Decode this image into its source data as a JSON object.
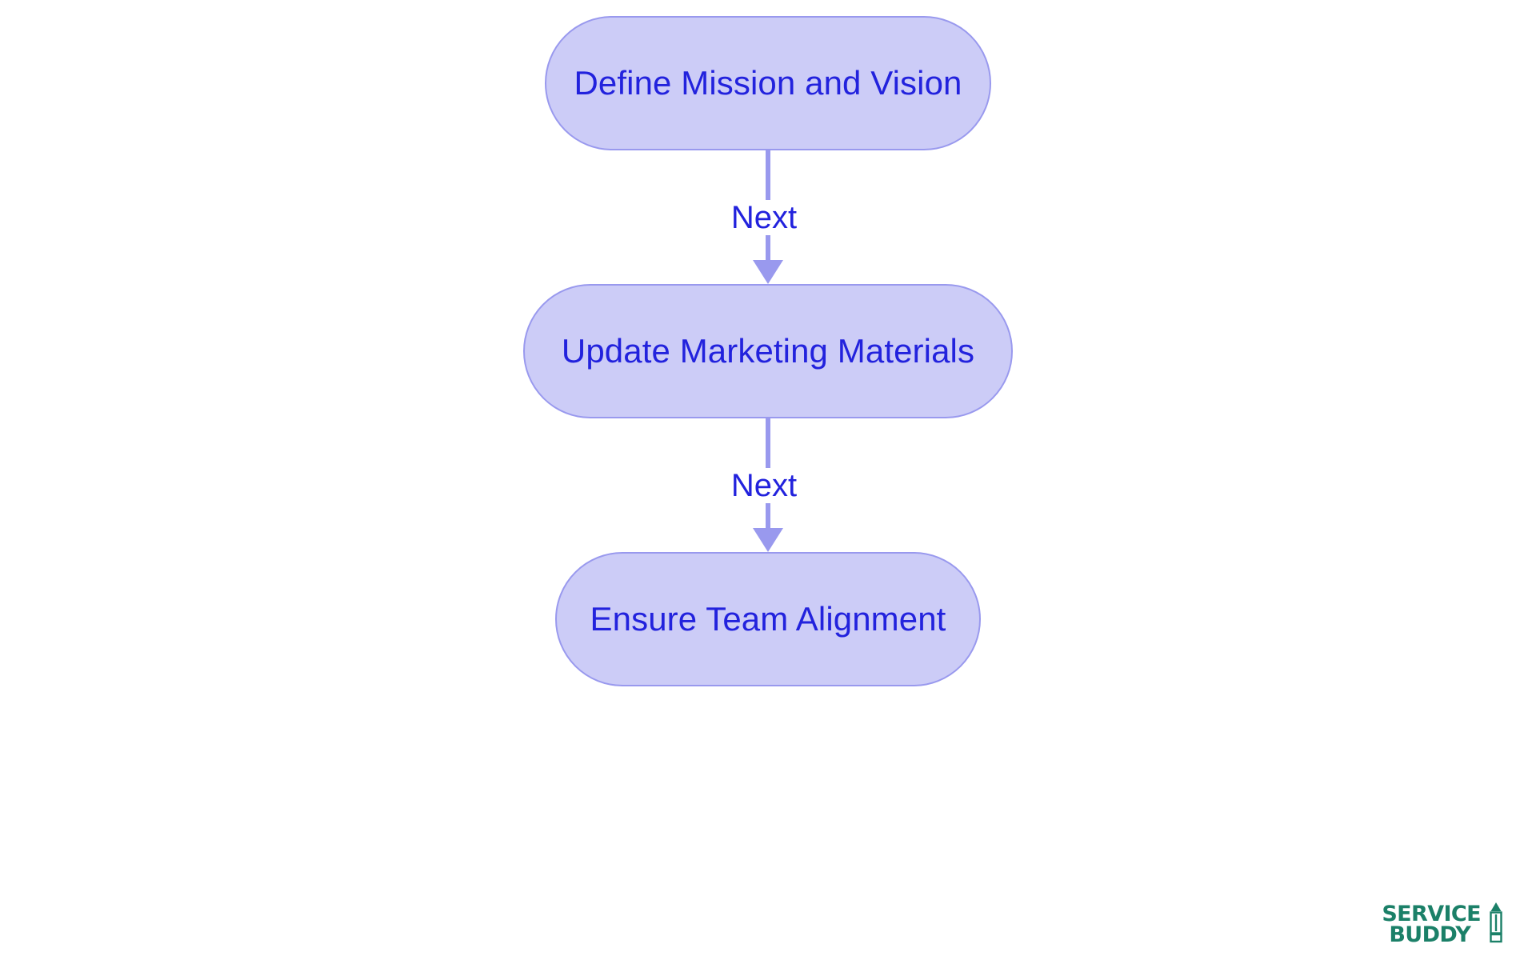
{
  "diagram": {
    "type": "flowchart",
    "orientation": "top-to-bottom",
    "background_color": "#ffffff",
    "node_fill_color": "#ccccf7",
    "node_border_color": "#9999ee",
    "node_text_color": "#2222dd",
    "connector_color": "#9999ee",
    "nodes": [
      {
        "id": "node-1",
        "label": "Define Mission and Vision"
      },
      {
        "id": "node-2",
        "label": "Update Marketing Materials"
      },
      {
        "id": "node-3",
        "label": "Ensure Team Alignment"
      }
    ],
    "connectors": [
      {
        "id": "connector-1",
        "from": "node-1",
        "to": "node-2",
        "label": "Next"
      },
      {
        "id": "connector-2",
        "from": "node-2",
        "to": "node-3",
        "label": "Next"
      }
    ]
  },
  "branding": {
    "line1": "SERVICE",
    "line2": "BUDDY",
    "color": "#1b8068",
    "icon": "pencil-icon"
  }
}
